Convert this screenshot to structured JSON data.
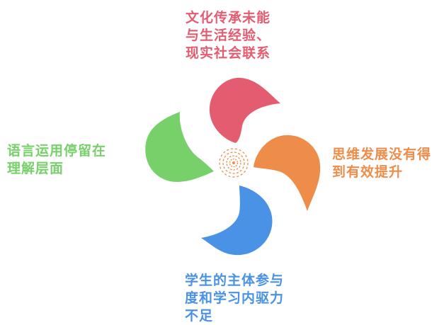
{
  "diagram": {
    "items": [
      {
        "id": "top",
        "text": "文化传承未能\n与生活经验、\n现实社会联系",
        "color": "#e45c70"
      },
      {
        "id": "right",
        "text": "思维发展没有得\n到有效提升",
        "color": "#ee8c49"
      },
      {
        "id": "bottom",
        "text": "学生的主体参与\n度和学习内驱力\n不足",
        "color": "#4a92e6"
      },
      {
        "id": "left",
        "text": "语言运用停留在\n理解层面",
        "color": "#77d06a"
      }
    ],
    "center_color": "#ee8c49"
  }
}
